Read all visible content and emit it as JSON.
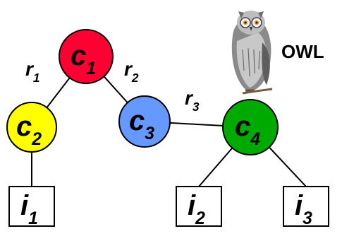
{
  "diagram": {
    "logo_text": "OWL",
    "nodes": [
      {
        "id": "c1",
        "base": "c",
        "sub": "1",
        "kind": "class",
        "fill": "#ff0033"
      },
      {
        "id": "c2",
        "base": "c",
        "sub": "2",
        "kind": "class",
        "fill": "#ffff00"
      },
      {
        "id": "c3",
        "base": "c",
        "sub": "3",
        "kind": "class",
        "fill": "#6699ff"
      },
      {
        "id": "c4",
        "base": "c",
        "sub": "4",
        "kind": "class",
        "fill": "#00aa00"
      },
      {
        "id": "i1",
        "base": "i",
        "sub": "1",
        "kind": "individual"
      },
      {
        "id": "i2",
        "base": "i",
        "sub": "2",
        "kind": "individual"
      },
      {
        "id": "i3",
        "base": "i",
        "sub": "3",
        "kind": "individual"
      }
    ],
    "edges": [
      {
        "from": "c1",
        "to": "c2",
        "label": {
          "base": "r",
          "sub": "1"
        }
      },
      {
        "from": "c1",
        "to": "c3",
        "label": {
          "base": "r",
          "sub": "2"
        }
      },
      {
        "from": "c3",
        "to": "c4",
        "label": {
          "base": "r",
          "sub": "3"
        }
      },
      {
        "from": "c2",
        "to": "i1"
      },
      {
        "from": "c4",
        "to": "i2"
      },
      {
        "from": "c4",
        "to": "i3"
      }
    ]
  }
}
